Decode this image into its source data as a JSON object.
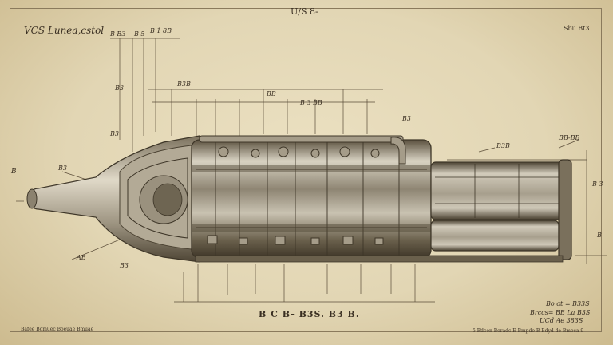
{
  "title_block": {
    "top_mark": "U/S 8-",
    "title": "VCS Lunea,cstol",
    "sheet_no": "Sbu Bt3",
    "caption": "B C B- B3S. B3 B.",
    "notes": [
      "Bo ot = B33S",
      "Brccs= BB La B3S",
      "UCd Ae 383S"
    ],
    "footer_left": "Bafee Bomuec Boeuae Bmuae",
    "footer_right": "5 Bdcon Boradc E Bmpdo B Bdyd de Bmeca 9"
  },
  "callouts": {
    "nose_left": "B",
    "left_a": "B3",
    "left_b": "B3",
    "left_c": "AB",
    "top_row": [
      "B B3",
      "B 5",
      "B 1 8B"
    ],
    "upper": [
      "B3",
      "B3B",
      "BB",
      "B3"
    ],
    "mid_top": "B 3 BB",
    "right_top": "BB-BB",
    "right_b": "B3B",
    "right_c": "B 3",
    "bottom_left": "B3",
    "side_right": "B"
  },
  "colors": {
    "paper": "#e6dab9",
    "ink": "#3a2f22",
    "metal_light": "#cfc8b8",
    "metal_dark": "#4d4434"
  }
}
